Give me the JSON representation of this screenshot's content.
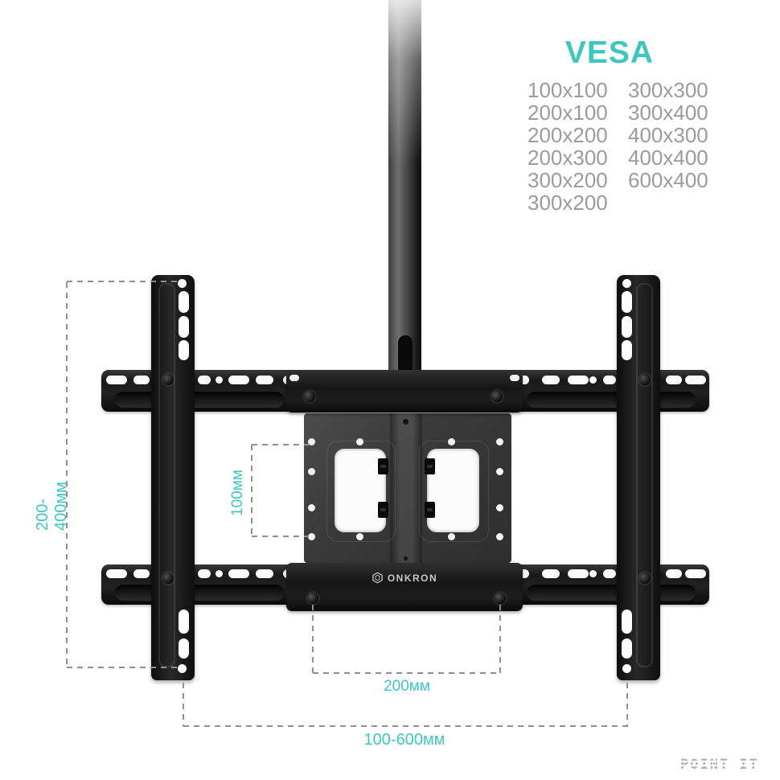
{
  "vesa": {
    "title": "VESA",
    "col1": [
      "100x100",
      "200x100",
      "200x200",
      "200x300",
      "300x200",
      "300x200"
    ],
    "col2": [
      "300x300",
      "300x400",
      "400x300",
      "400x400",
      "600x400"
    ]
  },
  "dimensions": {
    "vertical_range": "200-400мм",
    "vesa_hole_spacing": "100мм",
    "bracket_spacing": "200мм",
    "horizontal_range": "100-600мм"
  },
  "brand": {
    "name": "ONKRON"
  },
  "watermark": "POINT IT",
  "icons": {
    "onkron_logo": "hexagon-cube"
  },
  "colors": {
    "accent_teal": "#3ec6c0",
    "spec_gray": "#9b9b9b",
    "dash_gray": "#8f8f8f",
    "watermark_gray": "#aab1c0",
    "mount_black": "#141414",
    "plate_gray": "#3a3a3a",
    "background": "#ffffff"
  }
}
